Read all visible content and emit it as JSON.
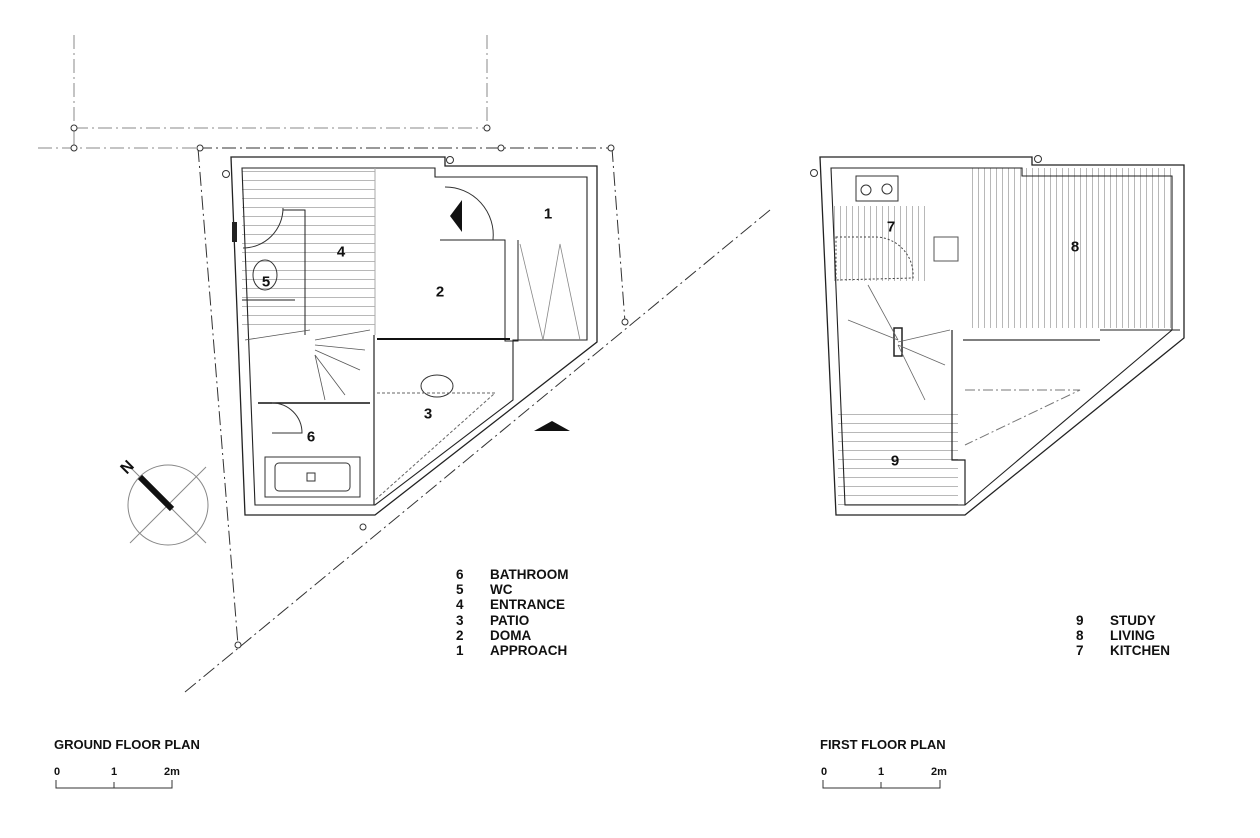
{
  "ground_floor": {
    "title": "GROUND FLOOR PLAN",
    "rooms": [
      {
        "num": "1",
        "name": "APPROACH"
      },
      {
        "num": "2",
        "name": "DOMA"
      },
      {
        "num": "3",
        "name": "PATIO"
      },
      {
        "num": "4",
        "name": "ENTRANCE"
      },
      {
        "num": "5",
        "name": "WC"
      },
      {
        "num": "6",
        "name": "BATHROOM"
      }
    ],
    "north_label": "N",
    "scale": [
      "0",
      "1",
      "2m"
    ]
  },
  "first_floor": {
    "title": "FIRST FLOOR PLAN",
    "rooms": [
      {
        "num": "7",
        "name": "KITCHEN"
      },
      {
        "num": "8",
        "name": "LIVING"
      },
      {
        "num": "9",
        "name": "STUDY"
      }
    ],
    "scale": [
      "0",
      "1",
      "2m"
    ]
  }
}
